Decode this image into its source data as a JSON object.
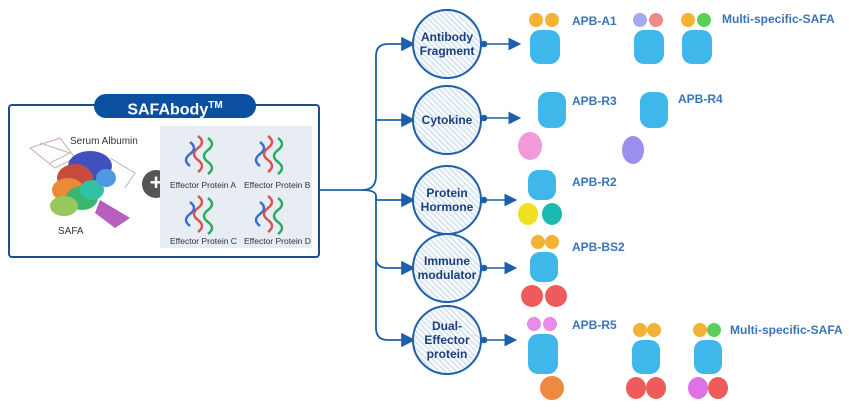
{
  "panel": {
    "title": "SAFAbody",
    "title_super": "TM",
    "serum_label": "Serum Albumin",
    "safa_label": "SAFA",
    "plus": "+",
    "effectors": [
      "Effector Protein A",
      "Effector Protein B",
      "Effector Protein C",
      "Effector Protein D"
    ]
  },
  "categories": [
    "Antibody\nFragment",
    "Cytokine",
    "Protein\nHormone",
    "Immune\nmodulator",
    "Dual-\nEffector\nprotein"
  ],
  "products": {
    "apb_a1": "APB-A1",
    "multi_1": "Multi-specific-SAFA",
    "apb_r3": "APB-R3",
    "apb_r4": "APB-R4",
    "apb_r2": "APB-R2",
    "apb_bs2": "APB-BS2",
    "apb_r5": "APB-R5",
    "multi_2": "Multi-specific-SAFA"
  },
  "colors": {
    "primary": "#0b4fa0",
    "label": "#3a74b8",
    "safa_blue": "#3fb7ea"
  }
}
